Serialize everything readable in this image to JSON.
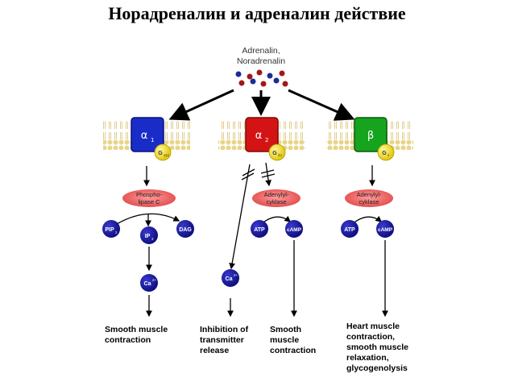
{
  "title": "Норадреналин и адреналин действие",
  "ligand": {
    "line1": "Adrenalin,",
    "line2": "Noradrenalin"
  },
  "receptors": [
    {
      "name": "α",
      "sub": "1",
      "g": "G",
      "gsub": "q11",
      "color": "#1a2cc8"
    },
    {
      "name": "α",
      "sub": "2",
      "g": "G",
      "gsub": "i/o",
      "color": "#d41414"
    },
    {
      "name": "β",
      "sub": "",
      "g": "G",
      "gsub": "s",
      "color": "#16a41e"
    }
  ],
  "enzymes": {
    "plc": {
      "line1": "Phospho-",
      "line2": "lipase C"
    },
    "ac1": {
      "line1": "Adenylyl-",
      "line2": "cyklase"
    },
    "ac2": {
      "line1": "Adenylyl-",
      "line2": "cyklase"
    }
  },
  "molecules": {
    "pip2": {
      "base": "PIP",
      "sub": "2"
    },
    "ip3": {
      "base": "IP",
      "sub": "3"
    },
    "dag": {
      "base": "DAG",
      "sub": ""
    },
    "ca1": {
      "base": "Ca",
      "sup": "2+"
    },
    "ca2": {
      "base": "Ca",
      "sup": "2+"
    },
    "atp1": {
      "base": "ATP"
    },
    "camp1": {
      "base": "cAMP"
    },
    "atp2": {
      "base": "ATP"
    },
    "camp2": {
      "base": "cAMP"
    }
  },
  "effects": {
    "col1": [
      "Smooth muscle",
      "contraction"
    ],
    "col2a": [
      "Inhibition of",
      "transmitter",
      "release"
    ],
    "col2b": [
      "Smooth",
      "muscle",
      "contraction"
    ],
    "col3": [
      "Heart muscle",
      "contraction,",
      "smooth muscle",
      "relaxation,",
      "glycogenolysis"
    ]
  }
}
